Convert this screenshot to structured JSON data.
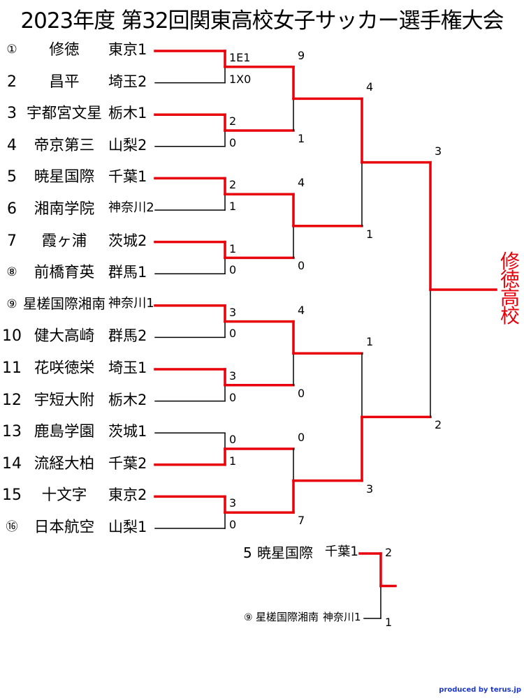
{
  "title": "2023年度 第32回関東高校女子サッカー選手権大会",
  "footer": "produced by terus.jp",
  "champion": [
    "修",
    "徳",
    "高",
    "校"
  ],
  "colors": {
    "win": "#e8000b",
    "lose": "#000000",
    "accent": "#1a36c8"
  },
  "teams": [
    {
      "seed": "①",
      "name": "修徳",
      "pref": "東京1"
    },
    {
      "seed": "2",
      "name": "昌平",
      "pref": "埼玉2"
    },
    {
      "seed": "3",
      "name": "宇都宮文星",
      "pref": "栃木1"
    },
    {
      "seed": "4",
      "name": "帝京第三",
      "pref": "山梨2"
    },
    {
      "seed": "5",
      "name": "暁星国際",
      "pref": "千葉1"
    },
    {
      "seed": "6",
      "name": "湘南学院",
      "pref": "神奈川2"
    },
    {
      "seed": "7",
      "name": "霞ヶ浦",
      "pref": "茨城2"
    },
    {
      "seed": "⑧",
      "name": "前橋育英",
      "pref": "群馬1"
    },
    {
      "seed": "⑨",
      "name": "星槎国際湘南",
      "pref": "神奈川1"
    },
    {
      "seed": "10",
      "name": "健大高崎",
      "pref": "群馬2"
    },
    {
      "seed": "11",
      "name": "花咲徳栄",
      "pref": "埼玉1"
    },
    {
      "seed": "12",
      "name": "宇短大附",
      "pref": "栃木2"
    },
    {
      "seed": "13",
      "name": "鹿島学園",
      "pref": "茨城1"
    },
    {
      "seed": "14",
      "name": "流経大柏",
      "pref": "千葉2"
    },
    {
      "seed": "15",
      "name": "十文字",
      "pref": "東京2"
    },
    {
      "seed": "⑯",
      "name": "日本航空",
      "pref": "山梨1"
    }
  ],
  "r1": [
    {
      "top": "1E1",
      "bottom": "1X0",
      "winner": "top"
    },
    {
      "top": "2",
      "bottom": "0",
      "winner": "top"
    },
    {
      "top": "2",
      "bottom": "1",
      "winner": "top"
    },
    {
      "top": "1",
      "bottom": "0",
      "winner": "top"
    },
    {
      "top": "3",
      "bottom": "0",
      "winner": "top"
    },
    {
      "top": "3",
      "bottom": "0",
      "winner": "top"
    },
    {
      "top": "0",
      "bottom": "1",
      "winner": "bottom"
    },
    {
      "top": "3",
      "bottom": "0",
      "winner": "top"
    }
  ],
  "r2": [
    {
      "top": "9",
      "bottom": "1",
      "winner": "top"
    },
    {
      "top": "4",
      "bottom": "0",
      "winner": "top"
    },
    {
      "top": "4",
      "bottom": "0",
      "winner": "top"
    },
    {
      "top": "0",
      "bottom": "7",
      "winner": "bottom"
    }
  ],
  "r3": [
    {
      "top": "4",
      "bottom": "1",
      "winner": "top"
    },
    {
      "top": "1",
      "bottom": "3",
      "winner": "bottom"
    }
  ],
  "final": {
    "top": "3",
    "bottom": "2",
    "winner": "top"
  },
  "third_place": {
    "top": {
      "seed": "5",
      "name": "暁星国際",
      "pref": "千葉1",
      "score": "2"
    },
    "bottom": {
      "seed": "⑨",
      "name": "星槎国際湘南",
      "pref": "神奈川1",
      "score": "1"
    },
    "winner": "top"
  }
}
